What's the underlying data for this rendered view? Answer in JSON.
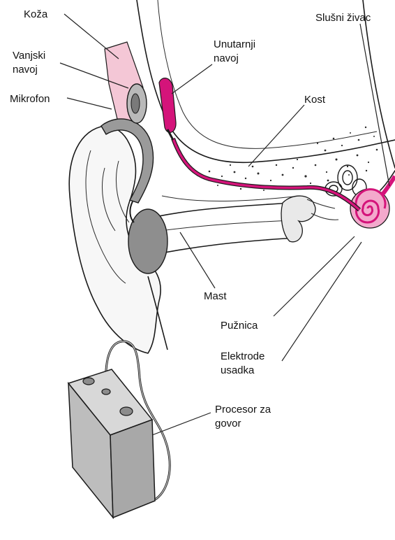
{
  "labels": {
    "koza": "Koža",
    "vanjski_line1": "Vanjski",
    "vanjski_line2": "navoj",
    "mikrofon": "Mikrofon",
    "unutarnji_line1": "Unutarnji",
    "unutarnji_line2": "navoj",
    "slusni_zivac": "Slušni živac",
    "kost": "Kost",
    "mast": "Mast",
    "puznica": "Pužnica",
    "elektrode_line1": "Elektrode",
    "elektrode_line2": "usadka",
    "procesor_line1": "Procesor za",
    "procesor_line2": "govor"
  },
  "colors": {
    "magenta": "#d4147a",
    "skin_pink": "#f4c7d6",
    "device_gray": "#9a9a9a",
    "device_dark": "#6f6f6f",
    "processor_gray": "#c4c4c4"
  }
}
